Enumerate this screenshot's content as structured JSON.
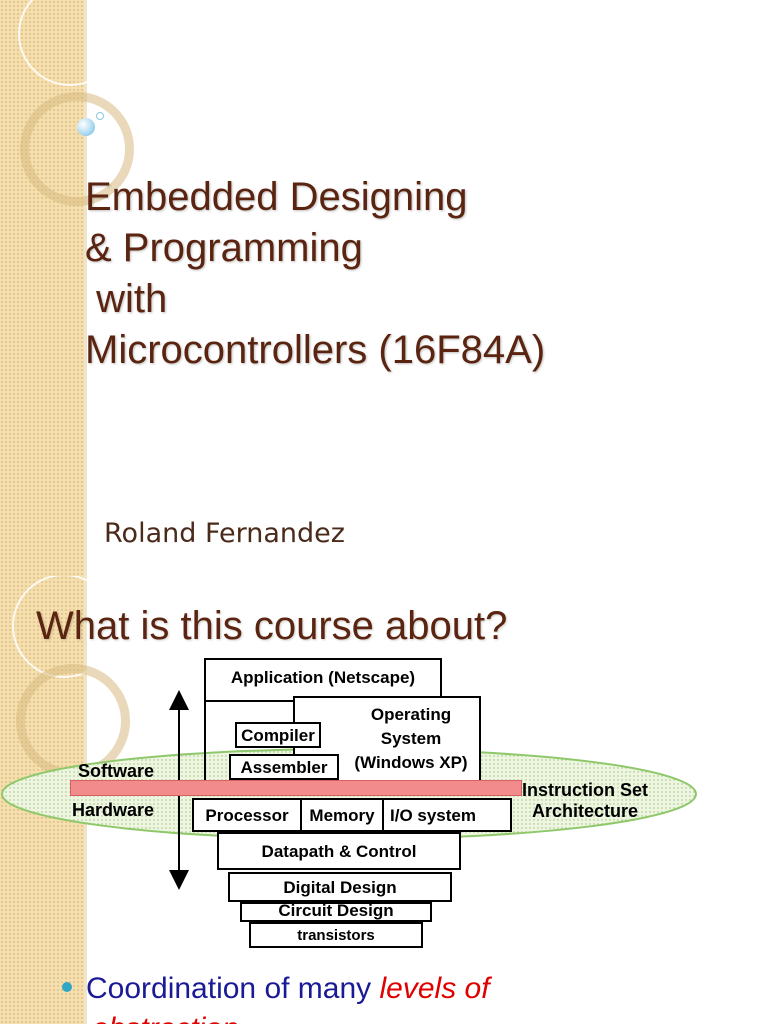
{
  "slide1": {
    "title": "Embedded Designing\n& Programming\n with\nMicrocontrollers (16F84A)",
    "author": "Roland Fernandez"
  },
  "slide2": {
    "title": "What is this course about?",
    "diagram": {
      "application": "Application (Netscape)",
      "operating_system": "Operating\nSystem\n(Windows XP)",
      "compiler": "Compiler",
      "assembler": "Assembler",
      "software_label": "Software",
      "hardware_label": "Hardware",
      "isa_label": "Instruction Set\nArchitecture",
      "processor": "Processor",
      "memory": "Memory",
      "io_system": "I/O system",
      "datapath_control": "Datapath & Control",
      "digital_design": "Digital Design",
      "circuit_design": "Circuit Design",
      "transistors": "transistors"
    },
    "bullet": {
      "text_plain": "Coordination of many ",
      "text_emphasis": "levels of",
      "continuation": "abstraction"
    }
  },
  "colors": {
    "title": "#5a2410",
    "left_bar": "#f5dfae",
    "isa_band": "#f28c8c",
    "ellipse_stroke": "#8ec86a",
    "bullet_text": "#1a1a96",
    "emphasis": "#e00000",
    "bullet_dot": "#2fa6c4"
  }
}
